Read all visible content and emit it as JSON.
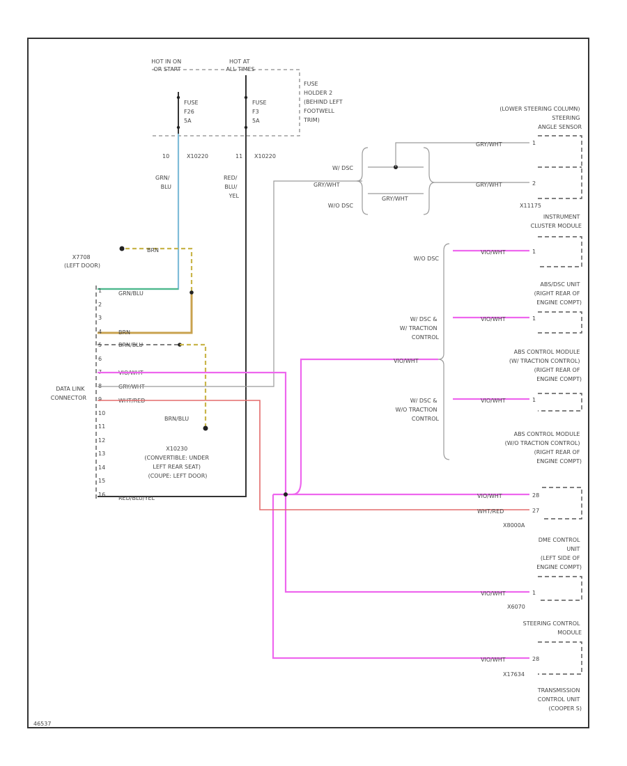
{
  "hot_in_on": [
    "HOT IN ON",
    "OR START"
  ],
  "hot_at_all": [
    "HOT AT",
    "ALL TIMES"
  ],
  "fuse_f26": [
    "FUSE",
    "F26",
    "5A"
  ],
  "fuse_f3": [
    "FUSE",
    "F3",
    "5A"
  ],
  "fuse_holder": [
    "FUSE",
    "HOLDER 2",
    "(BEHIND LEFT",
    "FOOTWELL",
    "TRIM)"
  ],
  "pin_x10220_a": [
    "10",
    "X10220"
  ],
  "pin_x10220_b": [
    "11",
    "X10220"
  ],
  "wire_grn_blu": [
    "GRN/",
    "BLU"
  ],
  "wire_red_blu_yel": [
    "RED/",
    "BLU/",
    "YEL"
  ],
  "g_left_door": [
    "X7708",
    "(LEFT DOOR)"
  ],
  "brn_label": "BRN",
  "dlc_pins": [
    "1",
    "2",
    "3",
    "4",
    "5",
    "6",
    "7",
    "8",
    "9",
    "10",
    "11",
    "12",
    "13",
    "14",
    "15",
    "16"
  ],
  "dlc_wires": [
    "GRN/BLU",
    "BRN",
    "BRN/BLU",
    "VIO/WHT",
    "GRY/WHT",
    "WHT/RED",
    "RED/BLU/YEL"
  ],
  "dlc_label": [
    "DATA LINK",
    "CONNECTOR"
  ],
  "brn_blu_label": "BRN/BLU",
  "x10230_label": [
    "X10230",
    "(CONVERTIBLE: UNDER",
    "LEFT REAR SEAT)",
    "(COUPE: LEFT DOOR)"
  ],
  "w_dsc": "W/ DSC",
  "wo_dsc": "W/O DSC",
  "gry_wht": "GRY/WHT",
  "sensor_title": [
    "(LOWER STEERING COLUMN)",
    "STEERING",
    "ANGLE SENSOR"
  ],
  "sensor_pins": [
    "1",
    "2"
  ],
  "sensor_conn": "X11175",
  "ic_title": [
    "INSTRUMENT",
    "CLUSTER MODULE"
  ],
  "vio_wht": "VIO/WHT",
  "abs_dsc_title": [
    "ABS/DSC UNIT",
    "(RIGHT REAR OF",
    "ENGINE COMPT)"
  ],
  "w_dsc_tc": [
    "W/ DSC &",
    "W/ TRACTION",
    "CONTROL"
  ],
  "abs_tc_title": [
    "ABS CONTROL MODULE",
    "(W/ TRACTION CONTROL)",
    "(RIGHT REAR OF",
    "ENGINE COMPT)"
  ],
  "w_dsc_wo_tc": [
    "W/ DSC &",
    "W/O TRACTION",
    "CONTROL"
  ],
  "abs_notc_title": [
    "ABS CONTROL MODULE",
    "(W/O TRACTION CONTROL)",
    "(RIGHT REAR OF",
    "ENGINE COMPT)"
  ],
  "wht_red": "WHT/RED",
  "tcu_pins": [
    "28",
    "27"
  ],
  "tcu_conn": "X8000A",
  "dme_title": [
    "DME CONTROL",
    "UNIT",
    "(LEFT SIDE OF",
    "ENGINE COMPT)"
  ],
  "dme_conn": "X6070",
  "scm_title": [
    "STEERING CONTROL",
    "MODULE"
  ],
  "scm_conn": "X17634",
  "tcu_title": [
    "TRANSMISSION",
    "CONTROL UNIT",
    "(COOPER S)"
  ],
  "footer_id": "46537"
}
